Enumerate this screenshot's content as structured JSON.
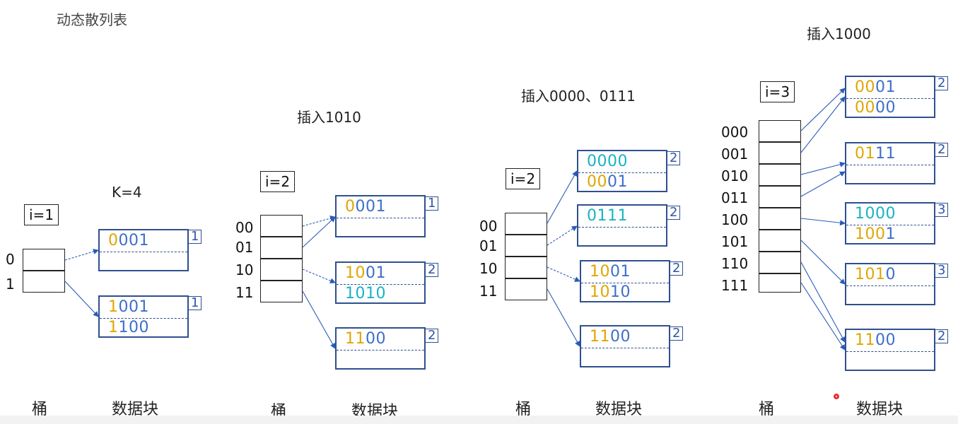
{
  "title": "动态散列表",
  "bucket_word": "桶",
  "block_word": "数据块",
  "stages": [
    {
      "caption": "K=4",
      "depth": "i=1",
      "buckets": [
        "0",
        "1"
      ],
      "blocks": [
        {
          "rows": [
            [
              "0",
              "001"
            ]
          ],
          "local_depth": "1"
        },
        {
          "rows": [
            [
              "1",
              "001"
            ],
            [
              "1",
              "100"
            ]
          ],
          "local_depth": "1"
        }
      ]
    },
    {
      "caption": "插入1010",
      "depth": "i=2",
      "buckets": [
        "00",
        "01",
        "10",
        "11"
      ],
      "blocks": [
        {
          "rows": [
            [
              "0",
              "001"
            ]
          ],
          "local_depth": "1"
        },
        {
          "rows": [
            [
              "10",
              "01"
            ],
            [
              "1010",
              ""
            ]
          ],
          "local_depth": "2"
        },
        {
          "rows": [
            [
              "11",
              "00"
            ]
          ],
          "local_depth": "2"
        }
      ]
    },
    {
      "caption": "插入0000、0111",
      "depth": "i=2",
      "buckets": [
        "00",
        "01",
        "10",
        "11"
      ],
      "blocks": [
        {
          "rows": [
            [
              "0000",
              ""
            ],
            [
              "00",
              "01"
            ]
          ],
          "local_depth": "2"
        },
        {
          "rows": [
            [
              "0111",
              ""
            ]
          ],
          "local_depth": "2"
        },
        {
          "rows": [
            [
              "10",
              "01"
            ],
            [
              "10",
              "10"
            ]
          ],
          "local_depth": "2"
        },
        {
          "rows": [
            [
              "11",
              "00"
            ]
          ],
          "local_depth": "2"
        }
      ]
    },
    {
      "caption": "插入1000",
      "depth": "i=3",
      "buckets": [
        "000",
        "001",
        "010",
        "011",
        "100",
        "101",
        "110",
        "111"
      ],
      "blocks": [
        {
          "rows": [
            [
              "00",
              "01"
            ],
            [
              "00",
              "00"
            ]
          ],
          "local_depth": "2"
        },
        {
          "rows": [
            [
              "01",
              "11"
            ]
          ],
          "local_depth": "2"
        },
        {
          "rows": [
            [
              "1000",
              ""
            ],
            [
              "100",
              "1"
            ]
          ],
          "local_depth": "3"
        },
        {
          "rows": [
            [
              "101",
              "0"
            ]
          ],
          "local_depth": "3"
        },
        {
          "rows": [
            [
              "11",
              "00"
            ]
          ],
          "local_depth": "2"
        }
      ]
    }
  ],
  "colors": {
    "prefix": "#e0a600",
    "suffix": "#3d6fc9",
    "new_key": "#19b3c2",
    "block_border": "#2f4f8f"
  }
}
